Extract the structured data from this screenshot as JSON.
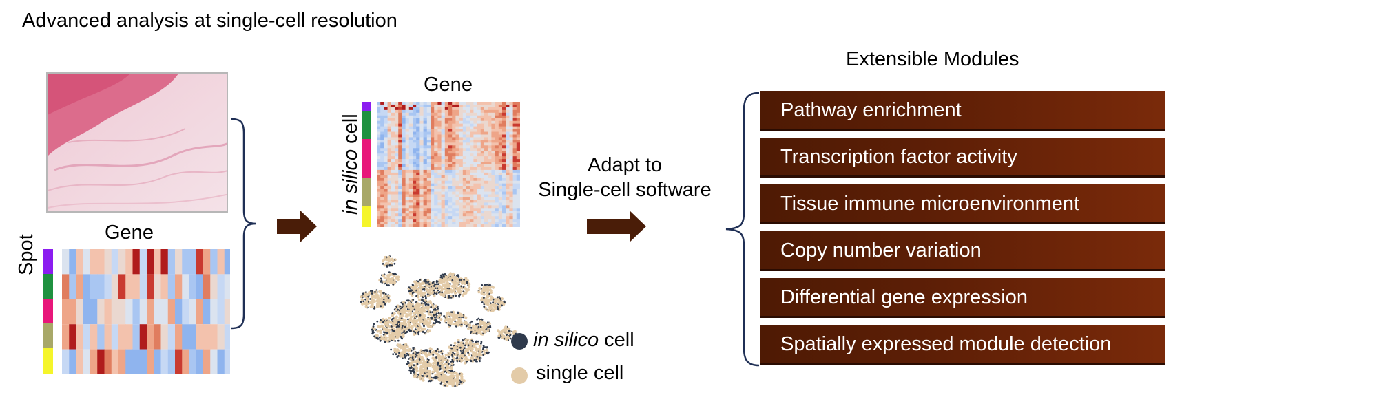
{
  "title": "Advanced analysis at single-cell resolution",
  "left_heatmap": {
    "gene_label": "Gene",
    "row_label": "Spot"
  },
  "mid_heatmap": {
    "gene_label": "Gene",
    "row_label_italic": "in silico",
    "row_label_rest": " cell"
  },
  "adapt": {
    "line1": "Adapt to",
    "line2": "Single-cell software"
  },
  "legend": [
    {
      "italic": "in silico",
      "rest": " cell",
      "color": "#2f3a4c"
    },
    {
      "italic": "",
      "rest": "single cell",
      "color": "#e3cba8"
    }
  ],
  "modules_title": "Extensible Modules",
  "modules": [
    "Pathway enrichment",
    "Transcription factor activity",
    "Tissue immune microenvironment",
    "Copy number variation",
    "Differential gene expression",
    "Spatially expressed module detection"
  ],
  "colors": {
    "arrow": "#4a1d08",
    "brace": "#1f2f55",
    "module_bg": "#5e1f06",
    "cluster_colors": [
      "#8b1df0",
      "#1f9140",
      "#e8177a",
      "#a8a868",
      "#f5f52a"
    ]
  }
}
